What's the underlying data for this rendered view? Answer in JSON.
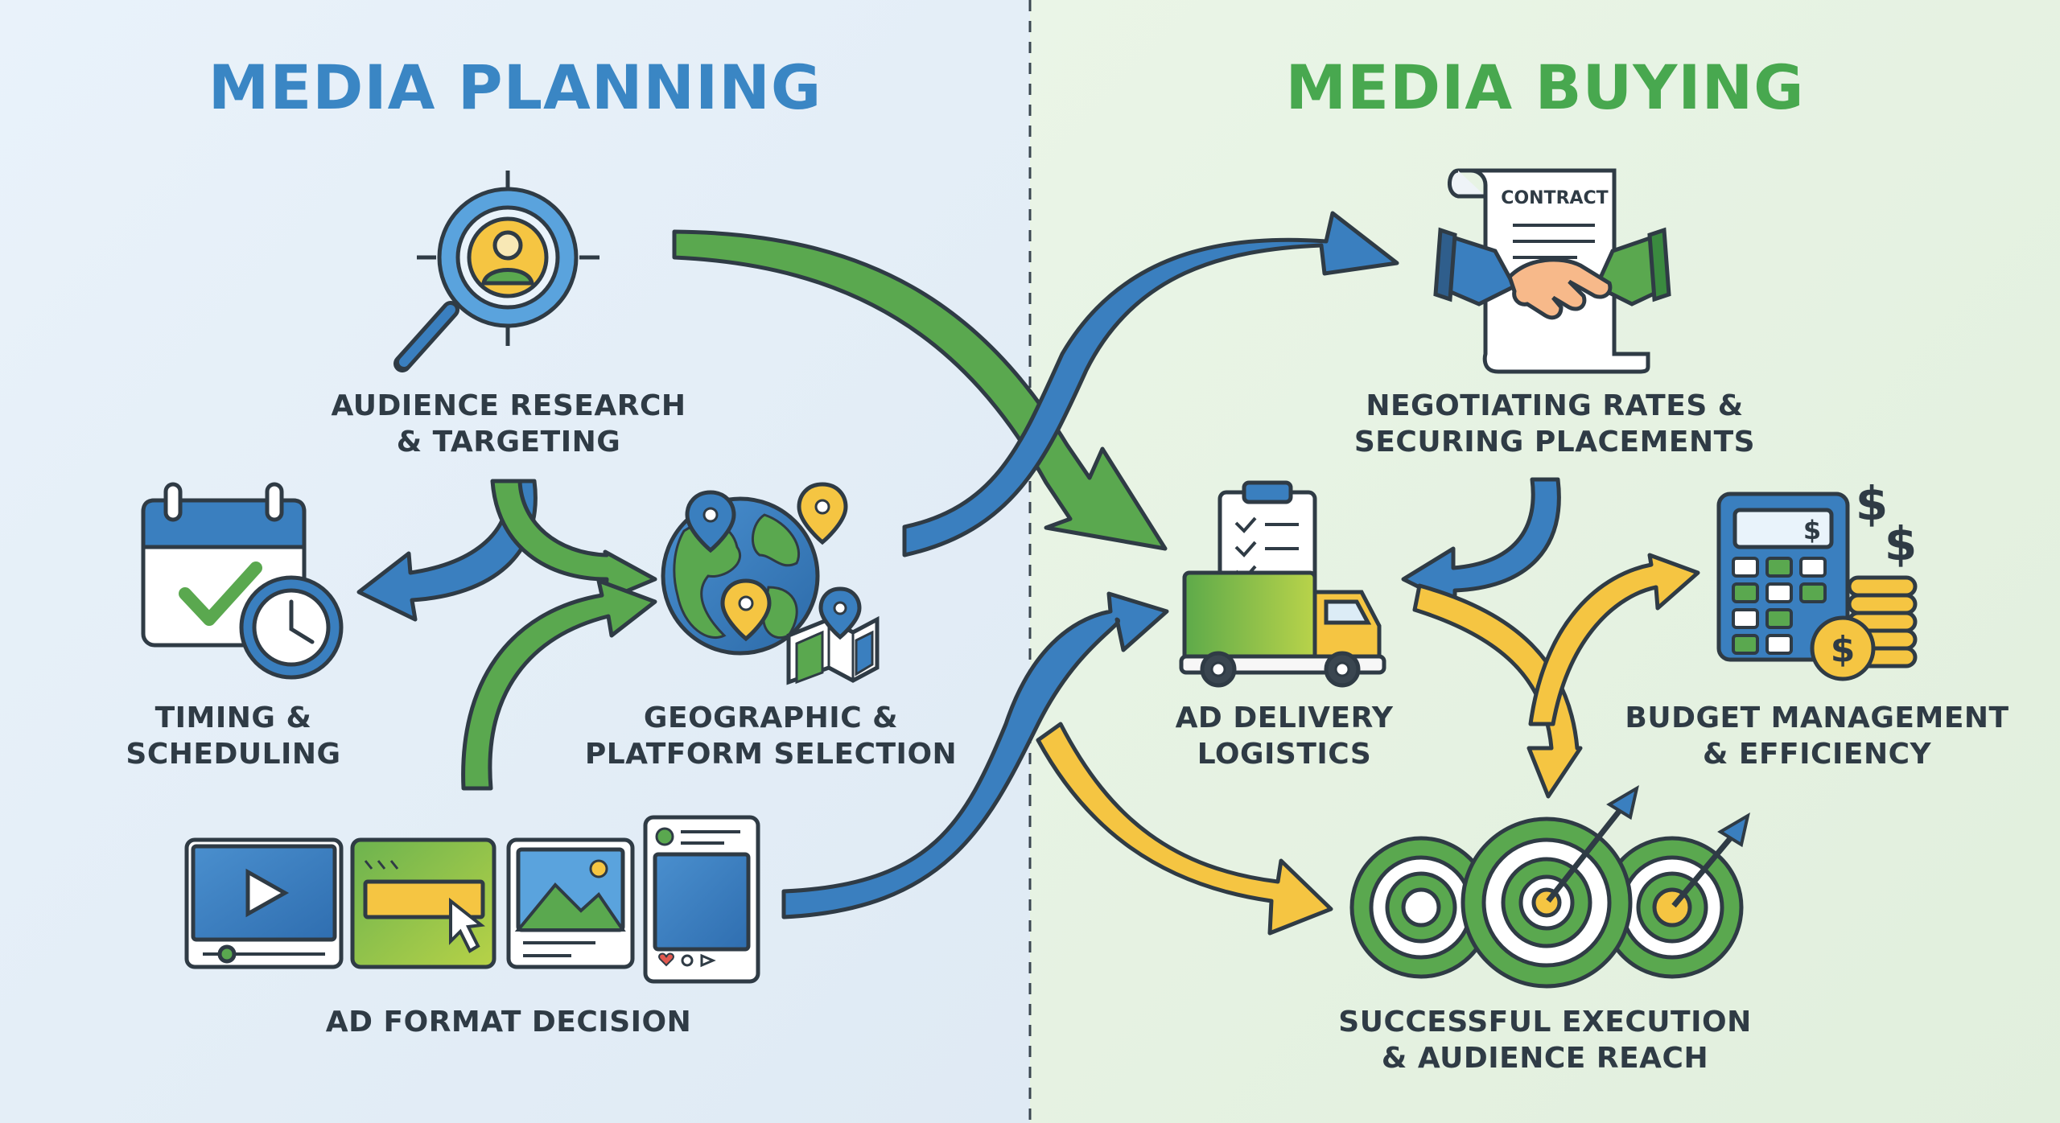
{
  "sections": {
    "planning": {
      "title": "MEDIA PLANNING",
      "color": "#3a86c4"
    },
    "buying": {
      "title": "MEDIA BUYING",
      "color": "#48a84f"
    }
  },
  "nodes": {
    "audience": {
      "line1": "AUDIENCE RESEARCH",
      "line2": "& TARGETING"
    },
    "timing": {
      "line1": "TIMING &",
      "line2": "SCHEDULING"
    },
    "geo": {
      "line1": "GEOGRAPHIC &",
      "line2": "PLATFORM SELECTION"
    },
    "adformat": {
      "line1": "AD FORMAT DECISION"
    },
    "negotiating": {
      "line1": "NEGOTIATING RATES &",
      "line2": "SECURING PLACEMENTS"
    },
    "delivery": {
      "line1": "AD DELIVERY",
      "line2": "LOGISTICS"
    },
    "budget": {
      "line1": "BUDGET MANAGEMENT",
      "line2": "& EFFICIENCY"
    },
    "execution": {
      "line1": "SUCCESSFUL EXECUTION",
      "line2": "& AUDIENCE REACH"
    }
  },
  "contract": {
    "label": "CONTRACT"
  },
  "icons": {
    "audience": "magnifier-person-icon",
    "timing": "calendar-clock-icon",
    "geo": "globe-map-icon",
    "adformat": "ad-formats-icon",
    "negotiating": "contract-handshake-icon",
    "delivery": "truck-clipboard-icon",
    "budget": "calculator-coins-icon",
    "execution": "targets-arrows-icon"
  },
  "colors": {
    "blue": "#3a7fbf",
    "green": "#5aa84f",
    "yellow": "#f5c542",
    "outline": "#2f3b45",
    "bg_left": "#e6f0f8",
    "bg_right": "#e8f4e6"
  }
}
